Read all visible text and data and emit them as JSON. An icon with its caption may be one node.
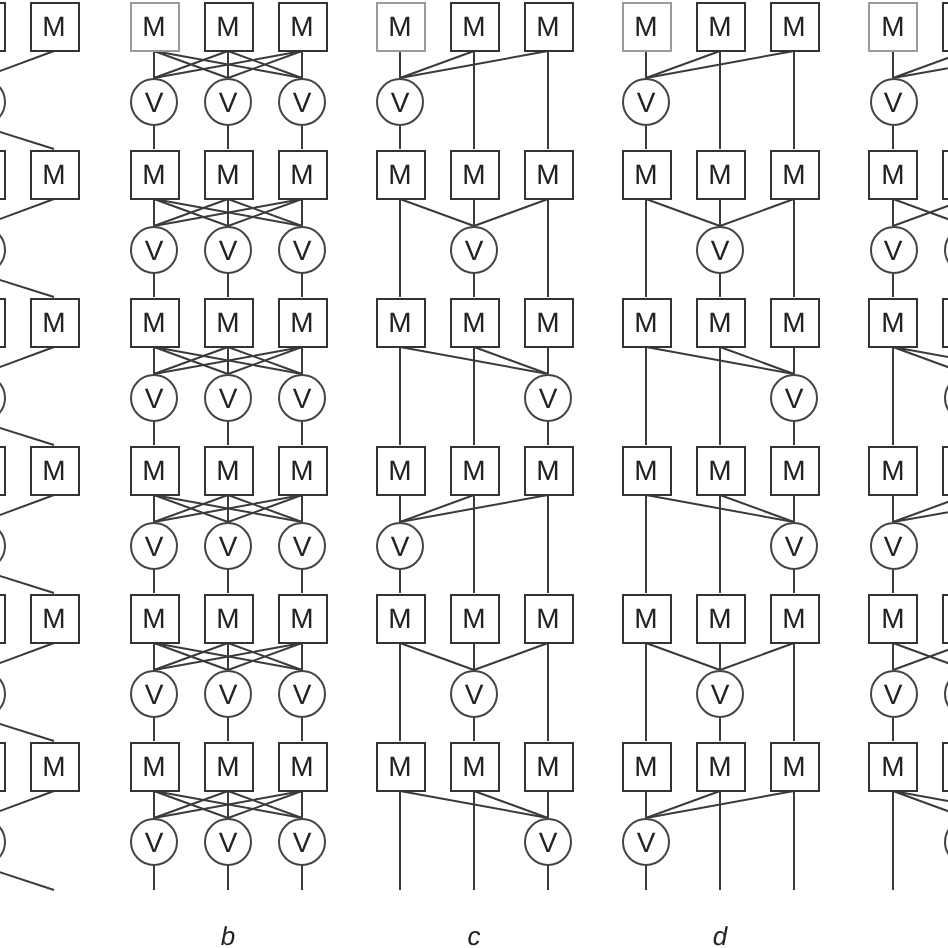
{
  "diagram": {
    "nodes": [
      {
        "text": [],
        "shape": "box"
      },
      {
        "text": [
          "M"
        ]
      },
      {
        "text": [],
        "shape": "circle"
      },
      {
        "text": [],
        "shape": "box"
      },
      {
        "text": [
          "M"
        ]
      },
      {
        "text": [],
        "shape": "circle"
      },
      {
        "text": [],
        "shape": "box"
      },
      {
        "text": [
          "M"
        ]
      },
      {
        "text": [],
        "shape": "circle"
      },
      {
        "text": [],
        "shape": "box"
      },
      {
        "text": [
          "M"
        ]
      },
      {
        "text": [],
        "shape": "circle"
      },
      {
        "text": [],
        "shape": "box"
      },
      {
        "text": [
          "M"
        ]
      },
      {
        "text": [],
        "shape": "circle"
      },
      {
        "text": [],
        "shape": "box"
      },
      {
        "text": [
          "M"
        ]
      },
      {
        "text": [],
        "shape": "circle"
      },
      {
        "text": [
          "M"
        ]
      },
      {
        "text": [
          "M"
        ]
      },
      {
        "text": [
          "M"
        ]
      },
      {
        "text": [
          "V"
        ]
      },
      {
        "text": [
          "V"
        ]
      },
      {
        "text": [
          "V"
        ]
      },
      {
        "text": [
          "M"
        ]
      },
      {
        "text": [
          "M"
        ]
      },
      {
        "text": [
          "M"
        ]
      },
      {
        "text": [
          "V"
        ]
      },
      {
        "text": [
          "V"
        ]
      },
      {
        "text": [
          "V"
        ]
      },
      {
        "text": [
          "M"
        ]
      },
      {
        "text": [
          "M"
        ]
      },
      {
        "text": [
          "M"
        ]
      },
      {
        "text": [
          "V"
        ]
      },
      {
        "text": [
          "V"
        ]
      },
      {
        "text": [
          "V"
        ]
      },
      {
        "text": [
          "M"
        ]
      },
      {
        "text": [
          "M"
        ]
      },
      {
        "text": [
          "M"
        ]
      },
      {
        "text": [
          "V"
        ]
      },
      {
        "text": [
          "V"
        ]
      },
      {
        "text": [
          "V"
        ]
      },
      {
        "text": [
          "M"
        ]
      },
      {
        "text": [
          "M"
        ]
      },
      {
        "text": [
          "M"
        ]
      },
      {
        "text": [
          "V"
        ]
      },
      {
        "text": [
          "V"
        ]
      },
      {
        "text": [
          "V"
        ]
      },
      {
        "text": [
          "M"
        ]
      },
      {
        "text": [
          "M"
        ]
      },
      {
        "text": [
          "M"
        ]
      },
      {
        "text": [
          "V"
        ]
      },
      {
        "text": [
          "V"
        ]
      },
      {
        "text": [
          "V"
        ]
      },
      {
        "text": [
          "M"
        ]
      },
      {
        "text": [
          "M"
        ]
      },
      {
        "text": [
          "M"
        ]
      },
      {
        "text": [
          "V"
        ]
      },
      {
        "text": [
          "M"
        ]
      },
      {
        "text": [
          "M"
        ]
      },
      {
        "text": [
          "M"
        ]
      },
      {
        "text": [
          "V"
        ]
      },
      {
        "text": [
          "M"
        ]
      },
      {
        "text": [
          "M"
        ]
      },
      {
        "text": [
          "M"
        ]
      },
      {
        "text": [
          "V"
        ]
      },
      {
        "text": [
          "M"
        ]
      },
      {
        "text": [
          "M"
        ]
      },
      {
        "text": [
          "M"
        ]
      },
      {
        "text": [
          "V"
        ]
      },
      {
        "text": [
          "M"
        ]
      },
      {
        "text": [
          "M"
        ]
      },
      {
        "text": [
          "M"
        ]
      },
      {
        "text": [
          "V"
        ]
      },
      {
        "text": [
          "M"
        ]
      },
      {
        "text": [
          "M"
        ]
      },
      {
        "text": [
          "M"
        ]
      },
      {
        "text": [
          "V"
        ]
      },
      {
        "text": [
          "M"
        ]
      },
      {
        "text": [
          "M"
        ]
      },
      {
        "text": [
          "M"
        ]
      },
      {
        "text": [
          "V"
        ]
      },
      {
        "text": [
          "M"
        ]
      },
      {
        "text": [
          "M"
        ]
      },
      {
        "text": [
          "M"
        ]
      },
      {
        "text": [
          "V"
        ]
      },
      {
        "text": [
          "M"
        ]
      },
      {
        "text": [
          "M"
        ]
      },
      {
        "text": [
          "M"
        ]
      },
      {
        "text": [
          "V"
        ]
      },
      {
        "text": [
          "M"
        ]
      },
      {
        "text": [
          "M"
        ]
      },
      {
        "text": [
          "M"
        ]
      },
      {
        "text": [
          "V"
        ]
      },
      {
        "text": [
          "M"
        ]
      },
      {
        "text": [
          "M"
        ]
      },
      {
        "text": [
          "M"
        ]
      },
      {
        "text": [
          "V"
        ]
      },
      {
        "text": [
          "M"
        ]
      },
      {
        "text": [
          "M"
        ]
      },
      {
        "text": [
          "M"
        ]
      },
      {
        "text": [
          "V"
        ]
      },
      {
        "text": [
          "M"
        ]
      },
      {
        "text": [],
        "shape": "box"
      },
      {
        "text": [
          "V"
        ]
      },
      {
        "text": [
          "M"
        ]
      },
      {
        "text": [],
        "shape": "box"
      },
      {
        "text": [
          "V"
        ]
      },
      {
        "text": [],
        "shape": "circle"
      },
      {
        "text": [
          "M"
        ]
      },
      {
        "text": [],
        "shape": "box"
      },
      {
        "text": [],
        "shape": "circle"
      },
      {
        "text": [
          "M"
        ]
      },
      {
        "text": [],
        "shape": "box"
      },
      {
        "text": [
          "V"
        ]
      },
      {
        "text": [
          "M"
        ]
      },
      {
        "text": [],
        "shape": "box"
      },
      {
        "text": [
          "V"
        ]
      },
      {
        "text": [],
        "shape": "circle"
      },
      {
        "text": [
          "M"
        ]
      },
      {
        "text": [],
        "shape": "box"
      },
      {
        "text": [],
        "shape": "circle"
      }
    ],
    "edges": [
      {
        "from": 1,
        "to": 2,
        "arrow": "none"
      },
      {
        "from": 2,
        "to": 4,
        "arrow": "none"
      },
      {
        "from": 4,
        "to": 5,
        "arrow": "none"
      },
      {
        "from": 5,
        "to": 7,
        "arrow": "none"
      },
      {
        "from": 7,
        "to": 8,
        "arrow": "none"
      },
      {
        "from": 8,
        "to": 10,
        "arrow": "none"
      },
      {
        "from": 10,
        "to": 11,
        "arrow": "none"
      },
      {
        "from": 11,
        "to": 13,
        "arrow": "none"
      },
      {
        "from": 13,
        "to": 14,
        "arrow": "none"
      },
      {
        "from": 14,
        "to": 16,
        "arrow": "none"
      },
      {
        "from": 16,
        "to": 17,
        "arrow": "none"
      },
      {
        "from": 17,
        "to": null,
        "arrow": "none"
      },
      {
        "from": 18,
        "to": 21,
        "arrow": "none"
      },
      {
        "from": 18,
        "to": 22,
        "arrow": "none"
      },
      {
        "from": 18,
        "to": 23,
        "arrow": "none"
      },
      {
        "from": 19,
        "to": 21,
        "arrow": "none"
      },
      {
        "from": 19,
        "to": 22,
        "arrow": "none"
      },
      {
        "from": 19,
        "to": 23,
        "arrow": "none"
      },
      {
        "from": 20,
        "to": 21,
        "arrow": "none"
      },
      {
        "from": 20,
        "to": 22,
        "arrow": "none"
      },
      {
        "from": 20,
        "to": 23,
        "arrow": "none"
      },
      {
        "from": 21,
        "to": 24,
        "arrow": "none"
      },
      {
        "from": 22,
        "to": 25,
        "arrow": "none"
      },
      {
        "from": 23,
        "to": 26,
        "arrow": "none"
      },
      {
        "from": 24,
        "to": 27,
        "arrow": "none"
      },
      {
        "from": 24,
        "to": 28,
        "arrow": "none"
      },
      {
        "from": 24,
        "to": 29,
        "arrow": "none"
      },
      {
        "from": 25,
        "to": 27,
        "arrow": "none"
      },
      {
        "from": 25,
        "to": 28,
        "arrow": "none"
      },
      {
        "from": 25,
        "to": 29,
        "arrow": "none"
      },
      {
        "from": 26,
        "to": 27,
        "arrow": "none"
      },
      {
        "from": 26,
        "to": 28,
        "arrow": "none"
      },
      {
        "from": 26,
        "to": 29,
        "arrow": "none"
      },
      {
        "from": 27,
        "to": 30,
        "arrow": "none"
      },
      {
        "from": 28,
        "to": 31,
        "arrow": "none"
      },
      {
        "from": 29,
        "to": 32,
        "arrow": "none"
      },
      {
        "from": 30,
        "to": 33,
        "arrow": "none"
      },
      {
        "from": 30,
        "to": 34,
        "arrow": "none"
      },
      {
        "from": 30,
        "to": 35,
        "arrow": "none"
      },
      {
        "from": 31,
        "to": 33,
        "arrow": "none"
      },
      {
        "from": 31,
        "to": 34,
        "arrow": "none"
      },
      {
        "from": 31,
        "to": 35,
        "arrow": "none"
      },
      {
        "from": 32,
        "to": 33,
        "arrow": "none"
      },
      {
        "from": 32,
        "to": 34,
        "arrow": "none"
      },
      {
        "from": 32,
        "to": 35,
        "arrow": "none"
      },
      {
        "from": 33,
        "to": 36,
        "arrow": "none"
      },
      {
        "from": 34,
        "to": 37,
        "arrow": "none"
      },
      {
        "from": 35,
        "to": 38,
        "arrow": "none"
      },
      {
        "from": 36,
        "to": 39,
        "arrow": "none"
      },
      {
        "from": 36,
        "to": 40,
        "arrow": "none"
      },
      {
        "from": 36,
        "to": 41,
        "arrow": "none"
      },
      {
        "from": 37,
        "to": 39,
        "arrow": "none"
      },
      {
        "from": 37,
        "to": 40,
        "arrow": "none"
      },
      {
        "from": 37,
        "to": 41,
        "arrow": "none"
      },
      {
        "from": 38,
        "to": 39,
        "arrow": "none"
      },
      {
        "from": 38,
        "to": 40,
        "arrow": "none"
      },
      {
        "from": 38,
        "to": 41,
        "arrow": "none"
      },
      {
        "from": 39,
        "to": 42,
        "arrow": "none"
      },
      {
        "from": 40,
        "to": 43,
        "arrow": "none"
      },
      {
        "from": 41,
        "to": 44,
        "arrow": "none"
      },
      {
        "from": 42,
        "to": 45,
        "arrow": "none"
      },
      {
        "from": 42,
        "to": 46,
        "arrow": "none"
      },
      {
        "from": 42,
        "to": 47,
        "arrow": "none"
      },
      {
        "from": 43,
        "to": 45,
        "arrow": "none"
      },
      {
        "from": 43,
        "to": 46,
        "arrow": "none"
      },
      {
        "from": 43,
        "to": 47,
        "arrow": "none"
      },
      {
        "from": 44,
        "to": 45,
        "arrow": "none"
      },
      {
        "from": 44,
        "to": 46,
        "arrow": "none"
      },
      {
        "from": 44,
        "to": 47,
        "arrow": "none"
      },
      {
        "from": 45,
        "to": 48,
        "arrow": "none"
      },
      {
        "from": 46,
        "to": 49,
        "arrow": "none"
      },
      {
        "from": 47,
        "to": 50,
        "arrow": "none"
      },
      {
        "from": 48,
        "to": 51,
        "arrow": "none"
      },
      {
        "from": 48,
        "to": 52,
        "arrow": "none"
      },
      {
        "from": 48,
        "to": 53,
        "arrow": "none"
      },
      {
        "from": 49,
        "to": 51,
        "arrow": "none"
      },
      {
        "from": 49,
        "to": 52,
        "arrow": "none"
      },
      {
        "from": 49,
        "to": 53,
        "arrow": "none"
      },
      {
        "from": 50,
        "to": 51,
        "arrow": "none"
      },
      {
        "from": 50,
        "to": 52,
        "arrow": "none"
      },
      {
        "from": 50,
        "to": 53,
        "arrow": "none"
      },
      {
        "from": 51,
        "to": null,
        "arrow": "none"
      },
      {
        "from": 52,
        "to": null,
        "arrow": "none"
      },
      {
        "from": 53,
        "to": null,
        "arrow": "none"
      },
      {
        "from": 54,
        "to": 57,
        "arrow": "none"
      },
      {
        "from": 55,
        "to": 57,
        "arrow": "none"
      },
      {
        "from": 56,
        "to": 57,
        "arrow": "none"
      },
      {
        "from": 57,
        "to": 58,
        "arrow": "none"
      },
      {
        "from": 55,
        "to": 59,
        "arrow": "none"
      },
      {
        "from": 56,
        "to": 60,
        "arrow": "none"
      },
      {
        "from": 58,
        "to": 61,
        "arrow": "none"
      },
      {
        "from": 59,
        "to": 61,
        "arrow": "none"
      },
      {
        "from": 60,
        "to": 61,
        "arrow": "none"
      },
      {
        "from": 61,
        "to": 63,
        "arrow": "none"
      },
      {
        "from": 58,
        "to": 62,
        "arrow": "none"
      },
      {
        "from": 60,
        "to": 64,
        "arrow": "none"
      },
      {
        "from": 62,
        "to": 65,
        "arrow": "none"
      },
      {
        "from": 63,
        "to": 65,
        "arrow": "none"
      },
      {
        "from": 64,
        "to": 65,
        "arrow": "none"
      },
      {
        "from": 65,
        "to": 68,
        "arrow": "none"
      },
      {
        "from": 62,
        "to": 66,
        "arrow": "none"
      },
      {
        "from": 63,
        "to": 67,
        "arrow": "none"
      },
      {
        "from": 66,
        "to": 69,
        "arrow": "none"
      },
      {
        "from": 67,
        "to": 69,
        "arrow": "none"
      },
      {
        "from": 68,
        "to": 69,
        "arrow": "none"
      },
      {
        "from": 69,
        "to": 70,
        "arrow": "none"
      },
      {
        "from": 67,
        "to": 71,
        "arrow": "none"
      },
      {
        "from": 68,
        "to": 72,
        "arrow": "none"
      },
      {
        "from": 70,
        "to": 73,
        "arrow": "none"
      },
      {
        "from": 71,
        "to": 73,
        "arrow": "none"
      },
      {
        "from": 72,
        "to": 73,
        "arrow": "none"
      },
      {
        "from": 73,
        "to": 75,
        "arrow": "none"
      },
      {
        "from": 70,
        "to": 74,
        "arrow": "none"
      },
      {
        "from": 72,
        "to": 76,
        "arrow": "none"
      },
      {
        "from": 74,
        "to": 77,
        "arrow": "none"
      },
      {
        "from": 75,
        "to": 77,
        "arrow": "none"
      },
      {
        "from": 76,
        "to": 77,
        "arrow": "none"
      },
      {
        "from": 77,
        "to": null,
        "arrow": "none"
      },
      {
        "from": 74,
        "to": null,
        "arrow": "none"
      },
      {
        "from": 75,
        "to": null,
        "arrow": "none"
      },
      {
        "from": 78,
        "to": 81,
        "arrow": "none"
      },
      {
        "from": 79,
        "to": 81,
        "arrow": "none"
      },
      {
        "from": 80,
        "to": 81,
        "arrow": "none"
      },
      {
        "from": 81,
        "to": 82,
        "arrow": "none"
      },
      {
        "from": 79,
        "to": 83,
        "arrow": "none"
      },
      {
        "from": 80,
        "to": 84,
        "arrow": "none"
      },
      {
        "from": 82,
        "to": 85,
        "arrow": "none"
      },
      {
        "from": 83,
        "to": 85,
        "arrow": "none"
      },
      {
        "from": 84,
        "to": 85,
        "arrow": "none"
      },
      {
        "from": 85,
        "to": 87,
        "arrow": "none"
      },
      {
        "from": 82,
        "to": 86,
        "arrow": "none"
      },
      {
        "from": 84,
        "to": 88,
        "arrow": "none"
      },
      {
        "from": 86,
        "to": 89,
        "arrow": "none"
      },
      {
        "from": 87,
        "to": 89,
        "arrow": "none"
      },
      {
        "from": 88,
        "to": 89,
        "arrow": "none"
      },
      {
        "from": 89,
        "to": 92,
        "arrow": "none"
      },
      {
        "from": 86,
        "to": 90,
        "arrow": "none"
      },
      {
        "from": 87,
        "to": 91,
        "arrow": "none"
      },
      {
        "from": 90,
        "to": 93,
        "arrow": "none"
      },
      {
        "from": 91,
        "to": 93,
        "arrow": "none"
      },
      {
        "from": 92,
        "to": 93,
        "arrow": "none"
      },
      {
        "from": 93,
        "to": 96,
        "arrow": "none"
      },
      {
        "from": 90,
        "to": 94,
        "arrow": "none"
      },
      {
        "from": 91,
        "to": 95,
        "arrow": "none"
      },
      {
        "from": 94,
        "to": 97,
        "arrow": "none"
      },
      {
        "from": 95,
        "to": 97,
        "arrow": "none"
      },
      {
        "from": 96,
        "to": 97,
        "arrow": "none"
      },
      {
        "from": 97,
        "to": 99,
        "arrow": "none"
      },
      {
        "from": 94,
        "to": 98,
        "arrow": "none"
      },
      {
        "from": 96,
        "to": 100,
        "arrow": "none"
      },
      {
        "from": 98,
        "to": 101,
        "arrow": "none"
      },
      {
        "from": 99,
        "to": 101,
        "arrow": "none"
      },
      {
        "from": 100,
        "to": 101,
        "arrow": "none"
      },
      {
        "from": 101,
        "to": null,
        "arrow": "none"
      },
      {
        "from": 99,
        "to": null,
        "arrow": "none"
      },
      {
        "from": 100,
        "to": null,
        "arrow": "none"
      },
      {
        "from": 102,
        "to": 104,
        "arrow": "none"
      },
      {
        "from": 103,
        "to": 104,
        "arrow": "none"
      },
      {
        "from": null,
        "to": 104,
        "arrow": "none"
      },
      {
        "from": 104,
        "to": 105,
        "arrow": "none"
      },
      {
        "from": 105,
        "to": 107,
        "arrow": "none"
      },
      {
        "from": 106,
        "to": 107,
        "arrow": "none"
      },
      {
        "from": 105,
        "to": 108,
        "arrow": "none"
      },
      {
        "from": 107,
        "to": 109,
        "arrow": "none"
      },
      {
        "from": 109,
        "to": 111,
        "arrow": "none"
      },
      {
        "from": 109,
        "to": null,
        "arrow": "none"
      },
      {
        "from": 109,
        "to": 112,
        "arrow": "none"
      },
      {
        "from": 112,
        "to": 114,
        "arrow": "none"
      },
      {
        "from": 113,
        "to": 114,
        "arrow": "none"
      },
      {
        "from": null,
        "to": 114,
        "arrow": "none"
      },
      {
        "from": 114,
        "to": 115,
        "arrow": "none"
      },
      {
        "from": 115,
        "to": 117,
        "arrow": "none"
      },
      {
        "from": 116,
        "to": 117,
        "arrow": "none"
      },
      {
        "from": 115,
        "to": 118,
        "arrow": "none"
      },
      {
        "from": 117,
        "to": 119,
        "arrow": "none"
      },
      {
        "from": 119,
        "to": 121,
        "arrow": "none"
      },
      {
        "from": 119,
        "to": null,
        "arrow": "none"
      },
      {
        "from": 119,
        "to": null,
        "arrow": "none"
      }
    ],
    "labels": [
      "b",
      "c",
      "d"
    ]
  }
}
